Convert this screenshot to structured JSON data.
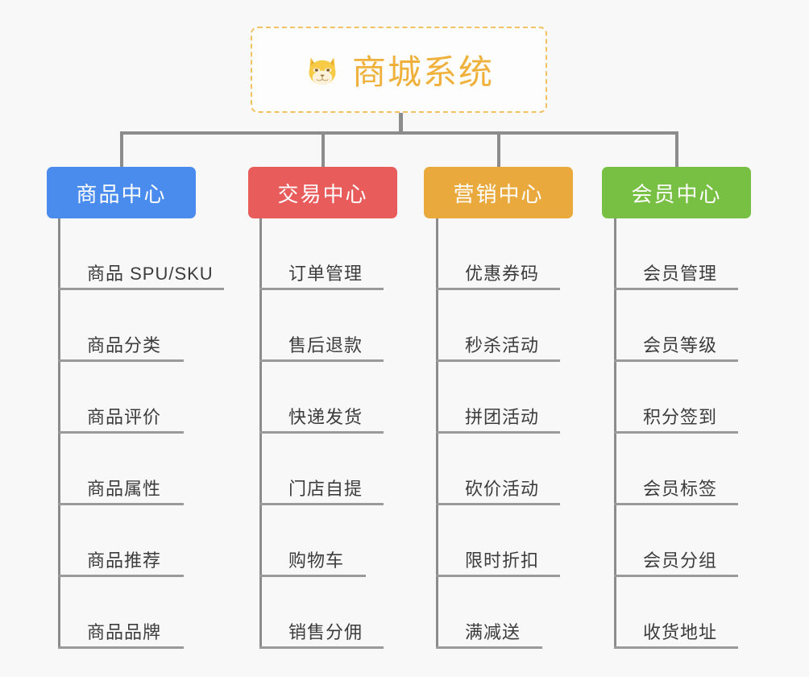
{
  "background_color": "#f8f8f8",
  "root": {
    "title": "商城系统",
    "icon": "shiba-dog-face-emoji",
    "border_color": "#f2c161",
    "text_color": "#efb13c",
    "fill_color": "#fdfdfd"
  },
  "connector_color": "#8c8c8c",
  "leaf_text_color": "#3c3c3c",
  "leaf_underline_color": "#9a9a9a",
  "branches": [
    {
      "title": "商品中心",
      "color": "#4a8ced",
      "text_color": "#ffffff",
      "leaves": [
        "商品 SPU/SKU",
        "商品分类",
        "商品评价",
        "商品属性",
        "商品推荐",
        "商品品牌"
      ]
    },
    {
      "title": "交易中心",
      "color": "#e85c5c",
      "text_color": "#ffffff",
      "leaves": [
        "订单管理",
        "售后退款",
        "快递发货",
        "门店自提",
        "购物车",
        "销售分佣"
      ]
    },
    {
      "title": "营销中心",
      "color": "#eaa93d",
      "text_color": "#ffffff",
      "leaves": [
        "优惠券码",
        "秒杀活动",
        "拼团活动",
        "砍价活动",
        "限时折扣",
        "满减送"
      ]
    },
    {
      "title": "会员中心",
      "color": "#77c043",
      "text_color": "#ffffff",
      "leaves": [
        "会员管理",
        "会员等级",
        "积分签到",
        "会员标签",
        "会员分组",
        "收货地址"
      ]
    }
  ]
}
